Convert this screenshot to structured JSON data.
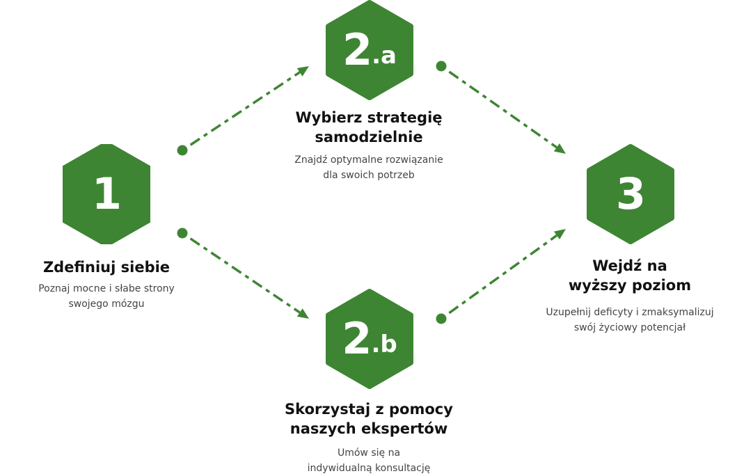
{
  "colors": {
    "hex_fill": "#3e8533",
    "arrow": "#3e8533",
    "title": "#111111",
    "desc": "#444444"
  },
  "steps": [
    {
      "id": "1",
      "number": "1",
      "suffix": "",
      "title_lines": [
        "Zdefiniuj siebie"
      ],
      "desc_lines": [
        "Poznaj mocne i słabe strony",
        "swojego mózgu"
      ]
    },
    {
      "id": "2a",
      "number": "2",
      "suffix": ".a",
      "title_lines": [
        "Wybierz strategię",
        "samodzielnie"
      ],
      "desc_lines": [
        "Znajdź optymalne rozwiązanie",
        "dla swoich potrzeb"
      ]
    },
    {
      "id": "2b",
      "number": "2",
      "suffix": ".b",
      "title_lines": [
        "Skorzystaj z pomocy",
        "naszych ekspertów"
      ],
      "desc_lines": [
        "Umów się na",
        "indywidualną konsultację"
      ]
    },
    {
      "id": "3",
      "number": "3",
      "suffix": "",
      "title_lines": [
        "Wejdź na",
        "wyższy poziom"
      ],
      "desc_lines": [
        "Uzupełnij deficyty i zmaksymalizuj",
        "swój życiowy potencjał"
      ]
    }
  ],
  "connections": [
    {
      "from": "1",
      "to": "2a"
    },
    {
      "from": "1",
      "to": "2b"
    },
    {
      "from": "2a",
      "to": "3"
    },
    {
      "from": "2b",
      "to": "3"
    }
  ]
}
